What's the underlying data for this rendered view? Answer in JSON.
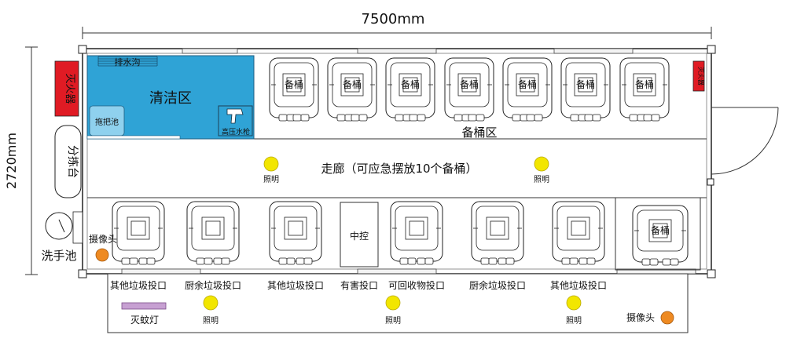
{
  "dimensions": {
    "width": "7500mm",
    "height": "2720mm"
  },
  "zones": {
    "cleaning": {
      "title": "清洁区",
      "drain": "排水沟",
      "mop_sink": "拖把池",
      "washer": "高压水枪"
    },
    "spare_area": "备桶区",
    "corridor": "走廊（可应急摆放10个备桶）",
    "control": "中控",
    "spare_single": "备桶"
  },
  "bin_label": "备桶",
  "side_labels": {
    "extinguisher_left": "灭火器",
    "extinguisher_right": "灭火器",
    "sorting_table": "分拣台",
    "hand_sink": "洗手池",
    "camera_left": "摄像头",
    "camera_right": "摄像头"
  },
  "lighting_label": "照明",
  "bottom_labels": [
    "其他垃圾投口",
    "厨余垃圾投口",
    "其他垃圾投口",
    "有害投口",
    "可回收物投口",
    "厨余垃圾投口",
    "其他垃圾投口"
  ],
  "bottom_misc": {
    "mosquito_lamp": "灭蚊灯"
  },
  "colors": {
    "cleaning_blue": "#2fa3d6",
    "extinguisher_red": "#e01b24",
    "light_yellow": "#f2e600",
    "camera_orange": "#ee8a22",
    "lamp_purple": "#c7a0d2"
  }
}
